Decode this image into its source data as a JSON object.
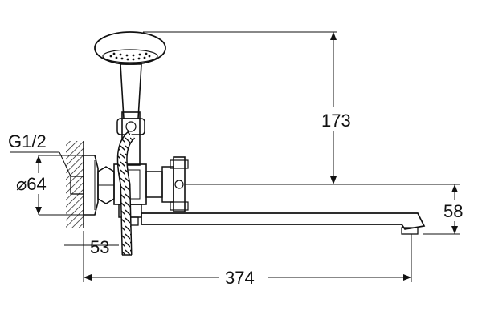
{
  "diagram": {
    "dimensions": {
      "thread": "G1/2",
      "flange_diameter": "⌀64",
      "spout_offset": "53",
      "spout_length": "374",
      "shower_height": "173",
      "spout_drop": "58"
    }
  }
}
